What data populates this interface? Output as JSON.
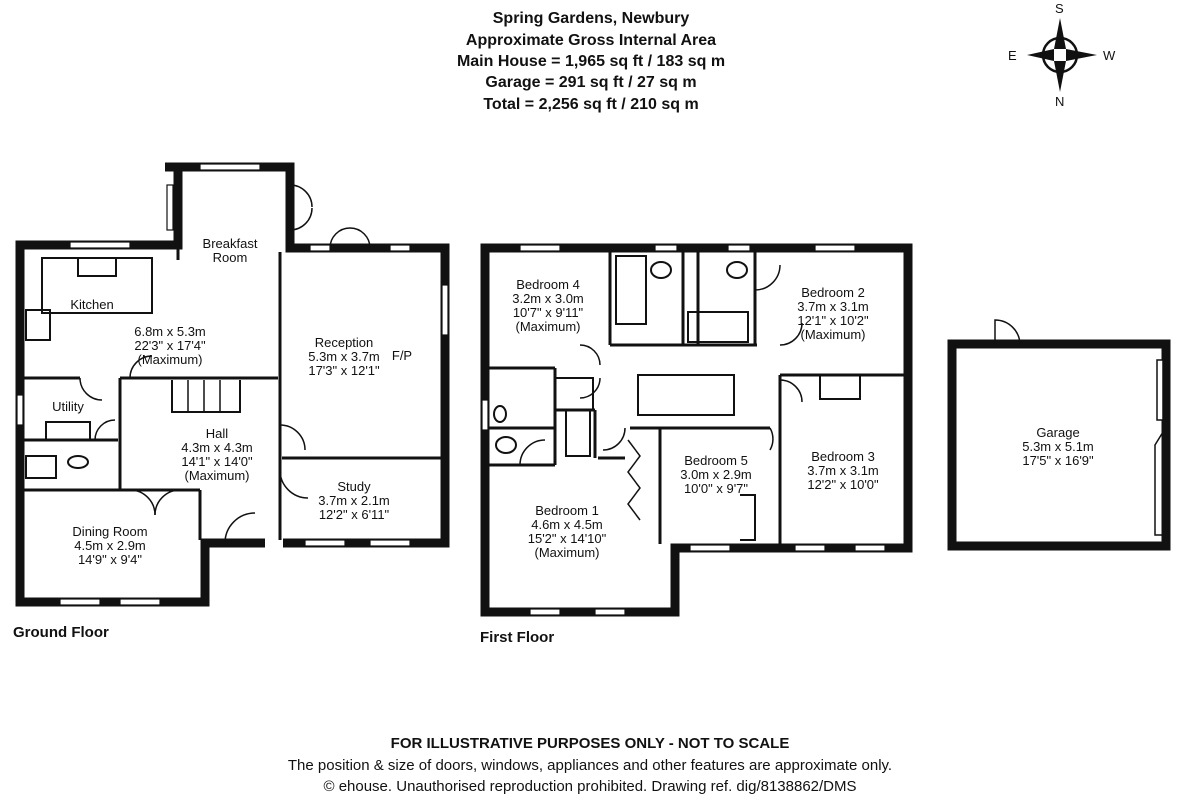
{
  "header": {
    "title": "Spring Gardens, Newbury",
    "subtitle": "Approximate Gross Internal Area",
    "main_house": "Main House = 1,965 sq ft / 183 sq m",
    "garage": "Garage = 291 sq ft / 27 sq m",
    "total": "Total = 2,256 sq ft / 210 sq m"
  },
  "compass": {
    "top": "S",
    "left": "E",
    "right": "W",
    "bottom": "N"
  },
  "ground_floor": {
    "label": "Ground Floor",
    "kitchen": {
      "name": "Kitchen"
    },
    "breakfast_room": {
      "name": "Breakfast",
      "name2": "Room",
      "metric": "6.8m x 5.3m",
      "imperial": "22'3\" x 17'4\"",
      "note": "(Maximum)"
    },
    "reception": {
      "name": "Reception",
      "metric": "5.3m x 3.7m",
      "imperial": "17'3\" x 12'1\"",
      "fireplace": "F/P"
    },
    "utility": {
      "name": "Utility"
    },
    "hall": {
      "name": "Hall",
      "metric": "4.3m x 4.3m",
      "imperial": "14'1\" x 14'0\"",
      "note": "(Maximum)"
    },
    "study": {
      "name": "Study",
      "metric": "3.7m x 2.1m",
      "imperial": "12'2\" x 6'11\""
    },
    "dining_room": {
      "name": "Dining Room",
      "metric": "4.5m x 2.9m",
      "imperial": "14'9\" x 9'4\""
    }
  },
  "first_floor": {
    "label": "First Floor",
    "bedroom4": {
      "name": "Bedroom 4",
      "metric": "3.2m x 3.0m",
      "imperial": "10'7\" x 9'11\"",
      "note": "(Maximum)"
    },
    "bedroom2": {
      "name": "Bedroom 2",
      "metric": "3.7m x 3.1m",
      "imperial": "12'1\" x 10'2\"",
      "note": "(Maximum)"
    },
    "bedroom1": {
      "name": "Bedroom 1",
      "metric": "4.6m x 4.5m",
      "imperial": "15'2\" x 14'10\"",
      "note": "(Maximum)"
    },
    "bedroom5": {
      "name": "Bedroom 5",
      "metric": "3.0m x 2.9m",
      "imperial": "10'0\" x 9'7\""
    },
    "bedroom3": {
      "name": "Bedroom 3",
      "metric": "3.7m x 3.1m",
      "imperial": "12'2\" x 10'0\""
    }
  },
  "garage_plan": {
    "name": "Garage",
    "metric": "5.3m x 5.1m",
    "imperial": "17'5\" x 16'9\""
  },
  "footer": {
    "line1": "FOR ILLUSTRATIVE PURPOSES ONLY - NOT TO SCALE",
    "line2": "The position & size of doors, windows, appliances and other features are approximate only.",
    "line3": "© ehouse. Unauthorised reproduction prohibited. Drawing ref. dig/8138862/DMS"
  }
}
